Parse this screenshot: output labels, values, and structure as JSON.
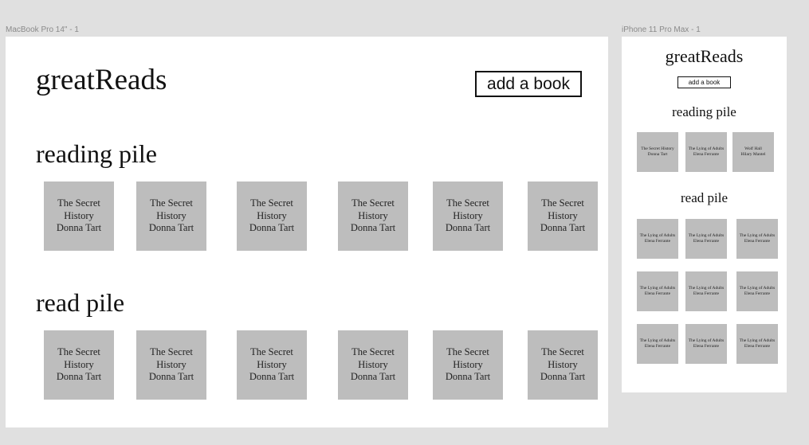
{
  "desktop": {
    "frame_label": "MacBook Pro 14\" - 1",
    "title": "greatReads",
    "add_button": "add a book",
    "reading_title": "reading pile",
    "read_title": "read pile",
    "reading_pile": [
      {
        "title": "The Secret History",
        "author": "Donna Tart"
      },
      {
        "title": "The Secret History",
        "author": "Donna Tart"
      },
      {
        "title": "The Secret History",
        "author": "Donna Tart"
      },
      {
        "title": "The Secret History",
        "author": "Donna Tart"
      },
      {
        "title": "The Secret History",
        "author": "Donna Tart"
      },
      {
        "title": "The Secret History",
        "author": "Donna Tart"
      }
    ],
    "read_pile": [
      {
        "title": "The Secret History",
        "author": "Donna Tart"
      },
      {
        "title": "The Secret History",
        "author": "Donna Tart"
      },
      {
        "title": "The Secret History",
        "author": "Donna Tart"
      },
      {
        "title": "The Secret History",
        "author": "Donna Tart"
      },
      {
        "title": "The Secret History",
        "author": "Donna Tart"
      },
      {
        "title": "The Secret History",
        "author": "Donna Tart"
      }
    ]
  },
  "phone": {
    "frame_label": "iPhone 11 Pro Max - 1",
    "title": "greatReads",
    "add_button": "add a book",
    "reading_title": "reading pile",
    "read_title": "read pile",
    "reading_pile": [
      {
        "title": "The Secret History",
        "author": "Donna Tart"
      },
      {
        "title": "The Lying of Adults",
        "author": "Elena Ferrante"
      },
      {
        "title": "Wolf Hall",
        "author": "Hilary Mantel"
      }
    ],
    "read_pile": [
      {
        "title": "The Lying of Adults",
        "author": "Elena Ferrante"
      },
      {
        "title": "The Lying of Adults",
        "author": "Elena Ferrante"
      },
      {
        "title": "The Lying of Adults",
        "author": "Elena Ferrante"
      },
      {
        "title": "The Lying of Adults",
        "author": "Elena Ferrante"
      },
      {
        "title": "The Lying of Adults",
        "author": "Elena Ferrante"
      },
      {
        "title": "The Lying of Adults",
        "author": "Elena Ferrante"
      },
      {
        "title": "The Lying of Adults",
        "author": "Elena Ferrante"
      },
      {
        "title": "The Lying of Adults",
        "author": "Elena Ferrante"
      },
      {
        "title": "The Lying of Adults",
        "author": "Elena Ferrante"
      }
    ]
  }
}
